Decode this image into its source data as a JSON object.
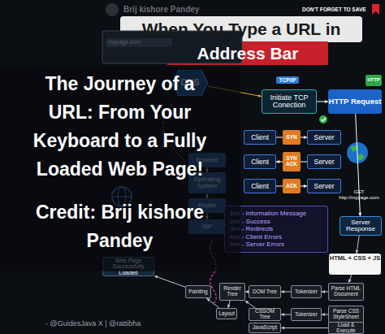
{
  "diagram": {
    "title": "When You Type a URL in",
    "nodes": [
      {
        "text": [
          "DNS"
        ]
      },
      {
        "text": [
          "Initiate TCP Conection"
        ]
      },
      {
        "text": [
          "HTTP Request"
        ]
      },
      {
        "text": [
          "Client"
        ]
      },
      {
        "text": [
          "SYN"
        ]
      },
      {
        "text": [
          "Server"
        ]
      },
      {
        "text": [
          "Client"
        ]
      },
      {
        "text": [
          "SYN ACK"
        ]
      },
      {
        "text": [
          "Server"
        ]
      },
      {
        "text": [
          "Client"
        ]
      },
      {
        "text": [
          "ACK"
        ]
      },
      {
        "text": [
          "Server"
        ]
      },
      {
        "text": [
          "Browser"
        ]
      },
      {
        "text": [
          "Operating System"
        ]
      },
      {
        "text": [
          "Router"
        ]
      },
      {
        "text": [
          "ISP"
        ]
      },
      {
        "text": [
          "1xx - Information Message",
          "2xx - Success",
          "3xx - Redirects",
          "4xx - Client Errors",
          "5xx - Server Errors"
        ]
      },
      {
        "text": [
          "Server Response"
        ]
      },
      {
        "text": [
          "HTML + CSS + JS"
        ]
      },
      {
        "text": [
          "Parse HTML Document"
        ]
      },
      {
        "text": [
          "Tokenizer"
        ]
      },
      {
        "text": [
          "DOM Tree"
        ]
      },
      {
        "text": [
          "Render Tree"
        ]
      },
      {
        "text": [
          "Painting"
        ]
      },
      {
        "text": [
          "Parse CSS StyleSheet"
        ]
      },
      {
        "text": [
          "Tokenizer"
        ]
      },
      {
        "text": [
          "CSSOM Tree"
        ]
      },
      {
        "text": [
          "Layout"
        ]
      },
      {
        "text": [
          "JavaScript"
        ]
      },
      {
        "text": [
          "Load & Execute"
        ]
      },
      {
        "text": [
          "Web Page Successfully Loaded"
        ]
      }
    ],
    "edges": [
      {
        "from": 0,
        "to": 1,
        "arrow": "to"
      },
      {
        "from": 1,
        "to": 2,
        "arrow": "to"
      },
      {
        "from": 3,
        "to": 4,
        "arrow": "none"
      },
      {
        "from": 4,
        "to": 5,
        "arrow": "to"
      },
      {
        "from": 8,
        "to": 7,
        "arrow": "none"
      },
      {
        "from": 7,
        "to": 6,
        "arrow": "to"
      },
      {
        "from": 9,
        "to": 10,
        "arrow": "none"
      },
      {
        "from": 10,
        "to": 11,
        "arrow": "to"
      },
      {
        "from": 2,
        "to": 17,
        "arrow": "to"
      },
      {
        "from": 17,
        "to": 18,
        "arrow": "to"
      },
      {
        "from": 18,
        "to": 19,
        "arrow": "to"
      },
      {
        "from": 19,
        "to": 20,
        "arrow": "to"
      },
      {
        "from": 20,
        "to": 21,
        "arrow": "to"
      },
      {
        "from": 21,
        "to": 22,
        "arrow": "to"
      },
      {
        "from": 24,
        "to": 25,
        "arrow": "to"
      },
      {
        "from": 25,
        "to": 26,
        "arrow": "to"
      },
      {
        "from": 26,
        "to": 22,
        "arrow": "to"
      },
      {
        "from": 22,
        "to": 27,
        "arrow": "to"
      },
      {
        "from": 27,
        "to": 23,
        "arrow": "to"
      },
      {
        "from": 29,
        "to": 28,
        "arrow": "to"
      },
      {
        "from": 12,
        "to": 13,
        "arrow": "to"
      },
      {
        "from": 13,
        "to": 14,
        "arrow": "to"
      },
      {
        "from": 14,
        "to": 15,
        "arrow": "to"
      },
      {
        "from": 23,
        "to": 30,
        "arrow": "to"
      }
    ],
    "labels": [
      "Brij kishore Pandey",
      "DON'T FORGET TO SAVE",
      "Address Bar",
      "The Journey of a URL: From Your Keyboard to a Fully Loaded Web Page!",
      "Credit: Brij kishore Pandey",
      "TCP/IP",
      "HTTP",
      "GET http://mypage.com",
      "mypage.com",
      "- @GuidesJava X | @rattibha"
    ]
  }
}
